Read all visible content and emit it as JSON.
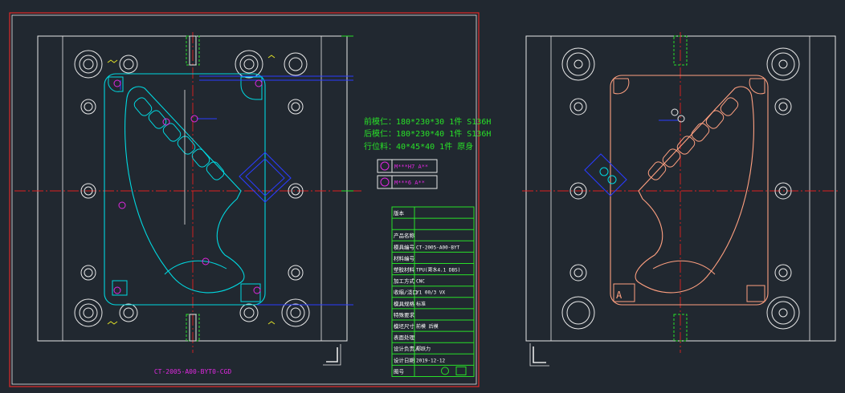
{
  "colors": {
    "background": "#212830",
    "frame": "#e8e8e8",
    "border_red": "#e02828",
    "center_line": "#e02020",
    "cyan": "#00d8e0",
    "blue": "#2a3cff",
    "green": "#28e028",
    "yellow": "#e0e028",
    "magenta": "#e028e0",
    "orange": "#ffa080",
    "white": "#ffffff"
  },
  "notes": {
    "line1": "前模仁：180*230*30 1件 S136H",
    "line2": "后模仁：180*230*40 1件 S136H",
    "line3": "行位料：40*45*40 1件 原身"
  },
  "note_items": [
    {
      "icon": "target-circle-icon",
      "label": "M***H7 A**"
    },
    {
      "icon": "target-circle-icon",
      "label": "M***6 A**"
    }
  ],
  "title_block": {
    "rows": [
      {
        "label": "版本",
        "value": ""
      },
      {
        "label": "",
        "value": ""
      },
      {
        "label": "产品名称",
        "value": ""
      },
      {
        "label": "模具编号",
        "value": "CT-2005-A00-BYT"
      },
      {
        "label": "材料编号",
        "value": ""
      },
      {
        "label": "塑胶材料",
        "value": "TPU(寄水4.1 DBS)"
      },
      {
        "label": "加工方式",
        "value": "CNC"
      },
      {
        "label": "收缩/浇口",
        "value": "Y1 00/3 VX"
      },
      {
        "label": "模具规格",
        "value": "标准"
      },
      {
        "label": "特殊要求",
        "value": ""
      },
      {
        "label": "模坯尺寸",
        "value": "前模 后模"
      },
      {
        "label": "表面处理",
        "value": ""
      },
      {
        "label": "设计负责人",
        "value": "郑跃力"
      },
      {
        "label": "设计日期",
        "value": "2019-12-12"
      },
      {
        "label": "图号",
        "value": ""
      }
    ]
  },
  "drawing_number": "CT-2005-A00-BYT0-CGD",
  "corner_label_a": "A"
}
